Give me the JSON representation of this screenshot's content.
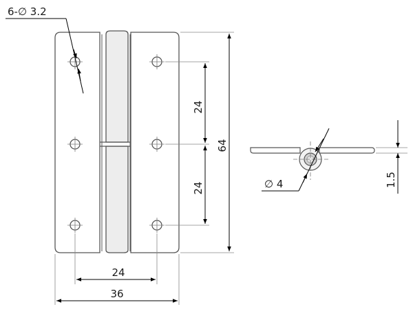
{
  "drawing": {
    "hole_callout": "6-∅ 3.2",
    "pin_callout": "∅ 4",
    "thickness_label": "1.5",
    "overall_height_label": "64",
    "hole_pitch_upper_label": "24",
    "hole_pitch_lower_label": "24",
    "hole_spacing_horizontal_label": "24",
    "overall_width_label": "36",
    "colors": {
      "outline": "#555555",
      "pin_fill": "#e9e9e9",
      "dimension": "#000000"
    }
  }
}
